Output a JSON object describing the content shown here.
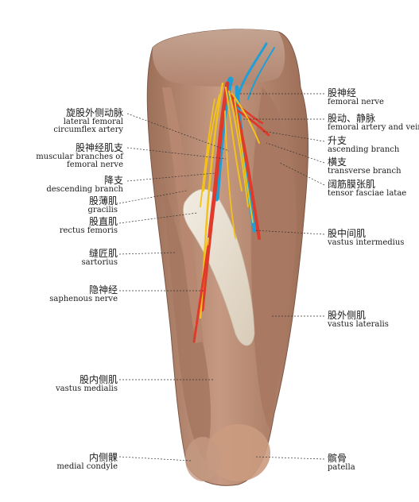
{
  "labels_left": [
    {
      "zh": "旋股外侧动脉",
      "en": [
        "lateral femoral",
        "circumflex artery"
      ]
    },
    {
      "zh": "股神经肌支",
      "en": [
        "muscular branches of",
        "femoral nerve"
      ]
    },
    {
      "zh": "降支",
      "en": [
        "descending branch"
      ]
    },
    {
      "zh": "股薄肌",
      "en": [
        "gracilis"
      ]
    },
    {
      "zh": "股直肌",
      "en": [
        "rectus femoris"
      ]
    },
    {
      "zh": "缝匠肌",
      "en": [
        "sartorius"
      ]
    },
    {
      "zh": "隐神经",
      "en": [
        "saphenous nerve"
      ]
    },
    {
      "zh": "股内侧肌",
      "en": [
        "vastus medialis"
      ]
    },
    {
      "zh": "内侧髁",
      "en": [
        "medial condyle"
      ]
    }
  ],
  "labels_right": [
    {
      "zh": "股神经",
      "en": [
        "femoral nerve"
      ]
    },
    {
      "zh": "股动、静脉",
      "en": [
        "femoral artery and vein"
      ]
    },
    {
      "zh": "升支",
      "en": [
        "ascending branch"
      ]
    },
    {
      "zh": "横支",
      "en": [
        "transverse branch"
      ]
    },
    {
      "zh": "阔筋膜张肌",
      "en": [
        "tensor fasciae latae"
      ]
    },
    {
      "zh": "股中间肌",
      "en": [
        "vastus intermedius"
      ]
    },
    {
      "zh": "股外侧肌",
      "en": [
        "vastus lateralis"
      ]
    },
    {
      "zh": "髌骨",
      "en": [
        "patella"
      ]
    }
  ],
  "colors": {
    "muscle": "#b98b73",
    "muscle_dark": "#8f634f",
    "fascia": "#e6dccd",
    "artery": "#e03a2b",
    "vein": "#1f9fd6",
    "nerve": "#f2c21a",
    "leader": "#333333"
  }
}
